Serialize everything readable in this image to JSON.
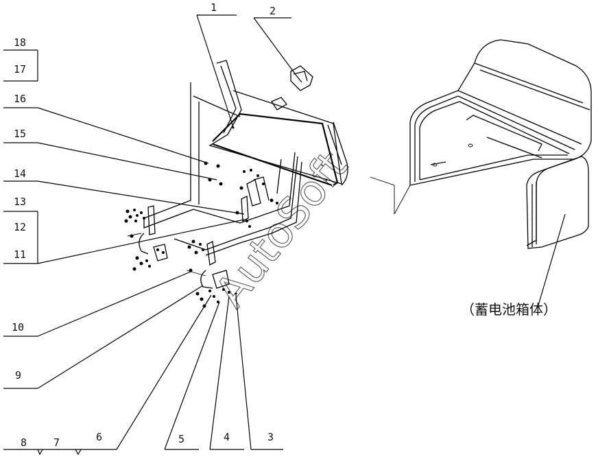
{
  "diagram": {
    "part_labels": [
      "1",
      "2",
      "3",
      "4",
      "5",
      "6",
      "7",
      "8",
      "9",
      "10",
      "11",
      "12",
      "13",
      "14",
      "15",
      "16",
      "17",
      "18"
    ],
    "assembly_caption": "（蓄电池箱体）",
    "watermark": "AutoSoft"
  }
}
